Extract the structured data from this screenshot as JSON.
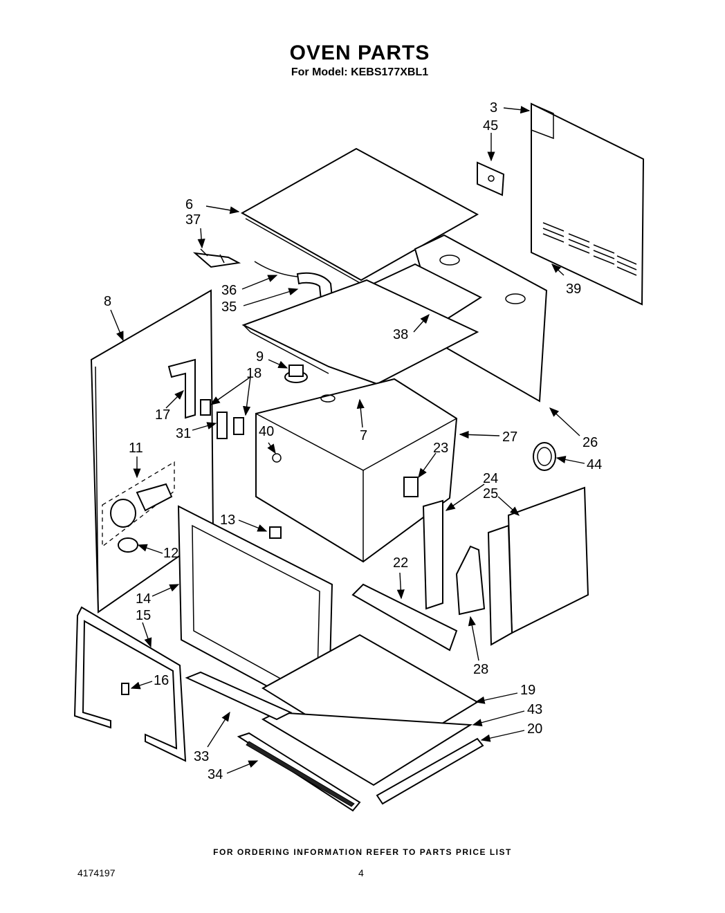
{
  "header": {
    "title": "OVEN PARTS",
    "subtitle": "For Model: KEBS177XBL1"
  },
  "footer": {
    "ordering_note": "FOR ORDERING INFORMATION REFER TO PARTS PRICE LIST",
    "document_number": "4174197",
    "page_number": "4"
  },
  "callouts": {
    "c3": "3",
    "c45": "45",
    "c6": "6",
    "c37": "37",
    "c36": "36",
    "c35": "35",
    "c39": "39",
    "c8": "8",
    "c38": "38",
    "c9": "9",
    "c18": "18",
    "c17": "17",
    "c31": "31",
    "c7": "7",
    "c27": "27",
    "c26": "26",
    "c40": "40",
    "c23": "23",
    "c11": "11",
    "c44": "44",
    "c24": "24",
    "c25": "25",
    "c13": "13",
    "c12": "12",
    "c22": "22",
    "c14": "14",
    "c15": "15",
    "c16": "16",
    "c28": "28",
    "c19": "19",
    "c43": "43",
    "c20": "20",
    "c33": "33",
    "c34": "34"
  }
}
